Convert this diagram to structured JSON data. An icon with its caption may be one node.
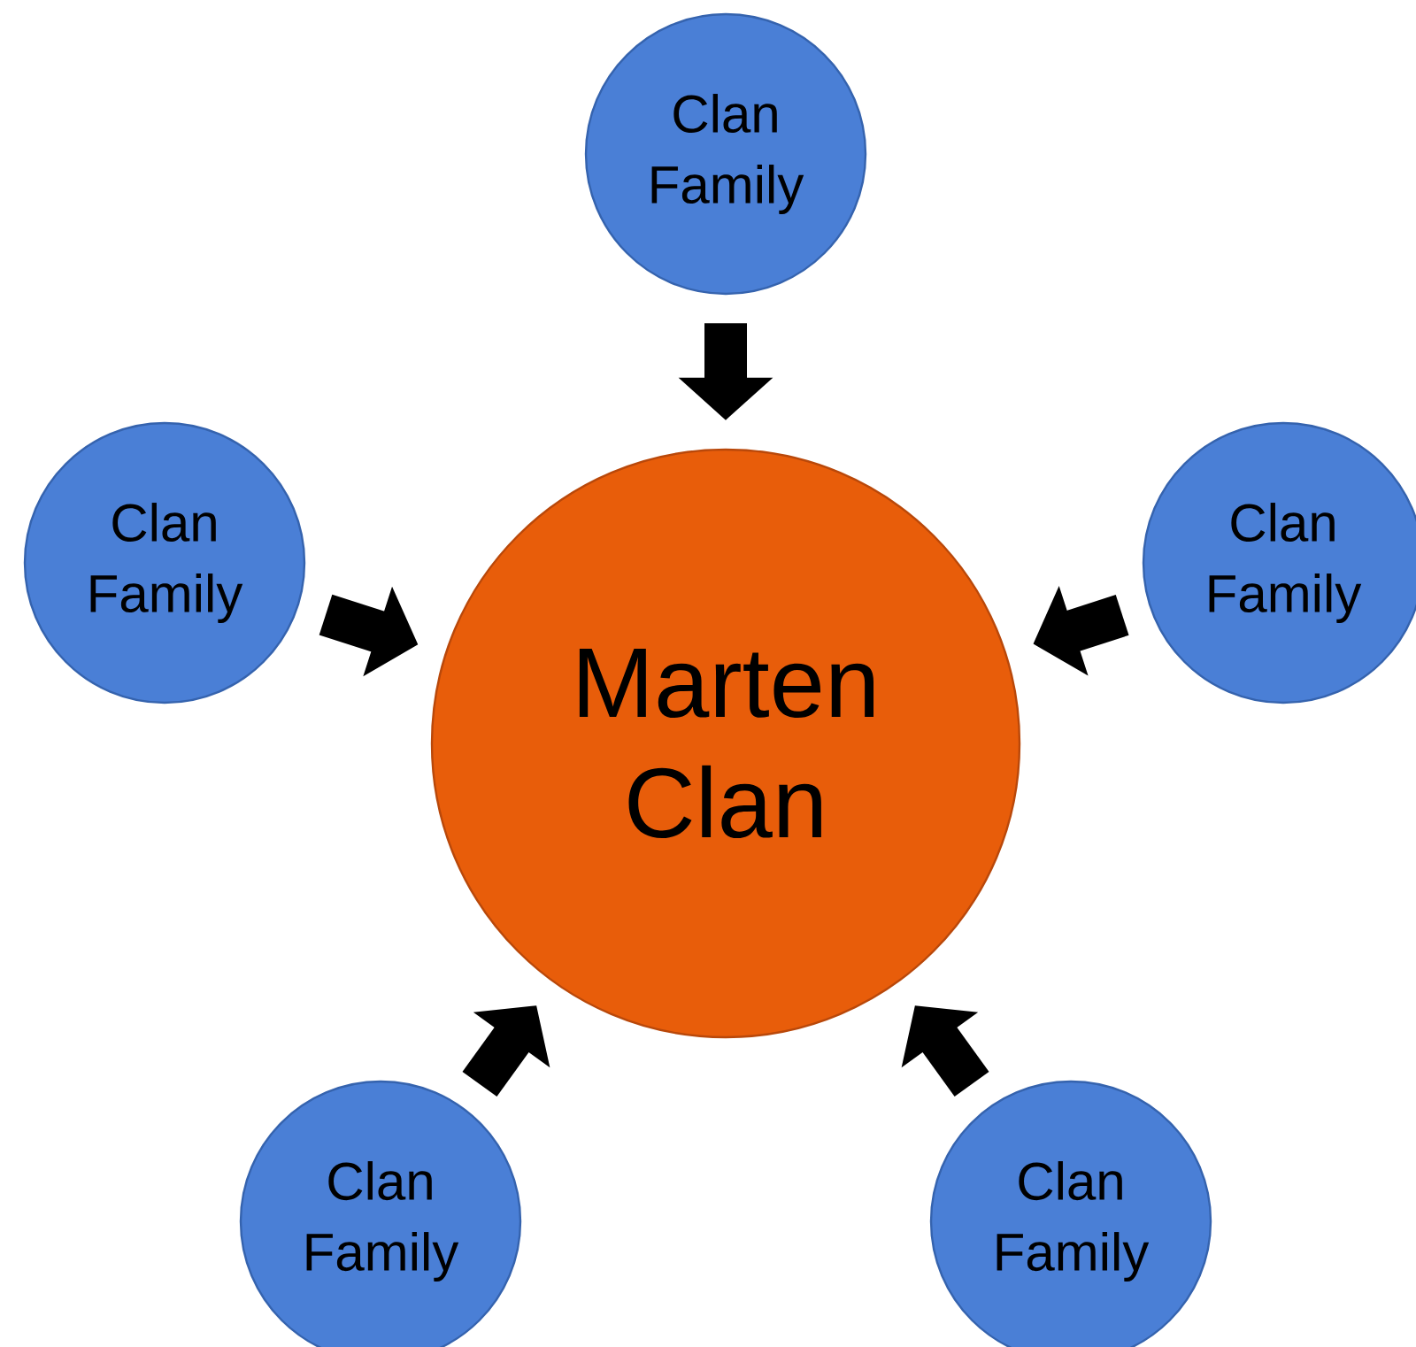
{
  "diagram": {
    "nodes": [
      {
        "text": [
          "Clan Family"
        ]
      },
      {
        "text": [
          "Clan Family"
        ]
      },
      {
        "text": [
          "Clan Family"
        ]
      },
      {
        "text": [
          "Marten Clan"
        ]
      },
      {
        "text": [
          "Clan Family"
        ]
      },
      {
        "text": [
          "Clan Family"
        ]
      }
    ],
    "edges": [
      {
        "from": 0,
        "to": 3,
        "arrow": "to"
      },
      {
        "from": 1,
        "to": 3,
        "arrow": "to"
      },
      {
        "from": 2,
        "to": 3,
        "arrow": "to"
      },
      {
        "from": 4,
        "to": 3,
        "arrow": "to"
      },
      {
        "from": 5,
        "to": 3,
        "arrow": "to"
      }
    ]
  }
}
